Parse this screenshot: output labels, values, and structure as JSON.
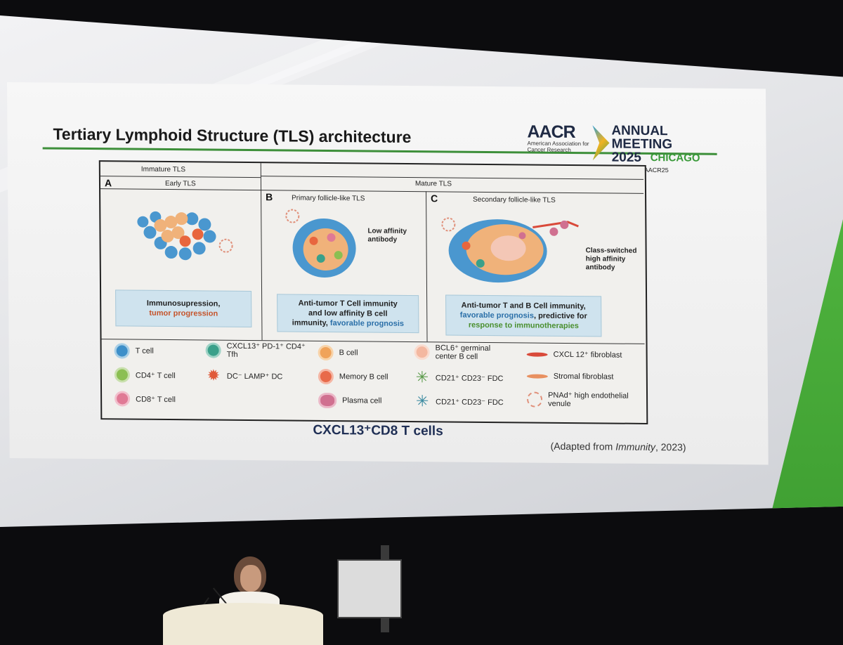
{
  "slide": {
    "title": "Tertiary Lymphoid Structure (TLS) architecture",
    "logo": {
      "brand": "AACR",
      "brand_sub": "American Association for Cancer Research",
      "event": "ANNUAL MEETING 2025",
      "city": "CHICAGO",
      "dates": "APRIL 25-30 | AACR.ORG/AACR2025 | #AACR25"
    },
    "figure": {
      "header_immature": "Immature TLS",
      "header_mature": "Mature TLS",
      "panels": [
        {
          "letter": "A",
          "name": "Early TLS",
          "box": [
            "Immunosupression,",
            "tumor progression"
          ]
        },
        {
          "letter": "B",
          "name": "Primary follicle-like TLS",
          "annotation": "Low affinity antibody",
          "box": [
            "Anti-tumor T Cell immunity",
            "and low affinity B cell",
            "immunity,",
            "favorable prognosis"
          ]
        },
        {
          "letter": "C",
          "name": "Secondary follicle-like TLS",
          "annotation": "Class-switched high affinity antibody",
          "box": [
            "Anti-tumor T and B Cell immunity,",
            "favorable prognosis",
            ", predictive for",
            "response to immunotherapies"
          ]
        }
      ],
      "legend": [
        {
          "label": "T cell",
          "icon": "t-cell-icon",
          "color": "#3d8fc9"
        },
        {
          "label": "CD4⁺ T cell",
          "icon": "cd4-t-cell-icon",
          "color": "#8bbf52"
        },
        {
          "label": "CD8⁺ T cell",
          "icon": "cd8-t-cell-icon",
          "color": "#e07a95"
        },
        {
          "label": "CXCL13⁺ PD-1⁺ CD4⁺ Tfh",
          "icon": "tfh-cell-icon",
          "color": "#3aa08a"
        },
        {
          "label": "DC⁻ LAMP⁺ DC",
          "icon": "dendritic-cell-icon",
          "color": "#e05a3a"
        },
        {
          "label": "B cell",
          "icon": "b-cell-icon",
          "color": "#f0a35a"
        },
        {
          "label": "Memory B cell",
          "icon": "memory-b-cell-icon",
          "color": "#e86a4a"
        },
        {
          "label": "Plasma cell",
          "icon": "plasma-cell-icon",
          "color": "#d07090"
        },
        {
          "label": "BCL6⁺ germinal center B cell",
          "icon": "gc-b-cell-icon",
          "color": "#f4b8a0"
        },
        {
          "label": "CD21⁺ CD23⁻ FDC",
          "icon": "fdc-icon",
          "color": "#5a9a4a"
        },
        {
          "label": "CD21⁺ CD23⁻ FDC",
          "icon": "fdc-alt-icon",
          "color": "#3a8aa0"
        },
        {
          "label": "CXCL 12⁺ fibroblast",
          "icon": "fibroblast-icon",
          "color": "#d94a3a"
        },
        {
          "label": "Stromal fibroblast",
          "icon": "stromal-fibroblast-icon",
          "color": "#e89060"
        },
        {
          "label": "PNAd⁺ high endothelial venule",
          "icon": "hev-icon",
          "color": "#e0907a"
        }
      ]
    },
    "caption": "CXCL13⁺CD8 T cells",
    "citation_pre": "(Adapted from ",
    "citation_em": "Immunity",
    "citation_post": ", 2023)"
  }
}
